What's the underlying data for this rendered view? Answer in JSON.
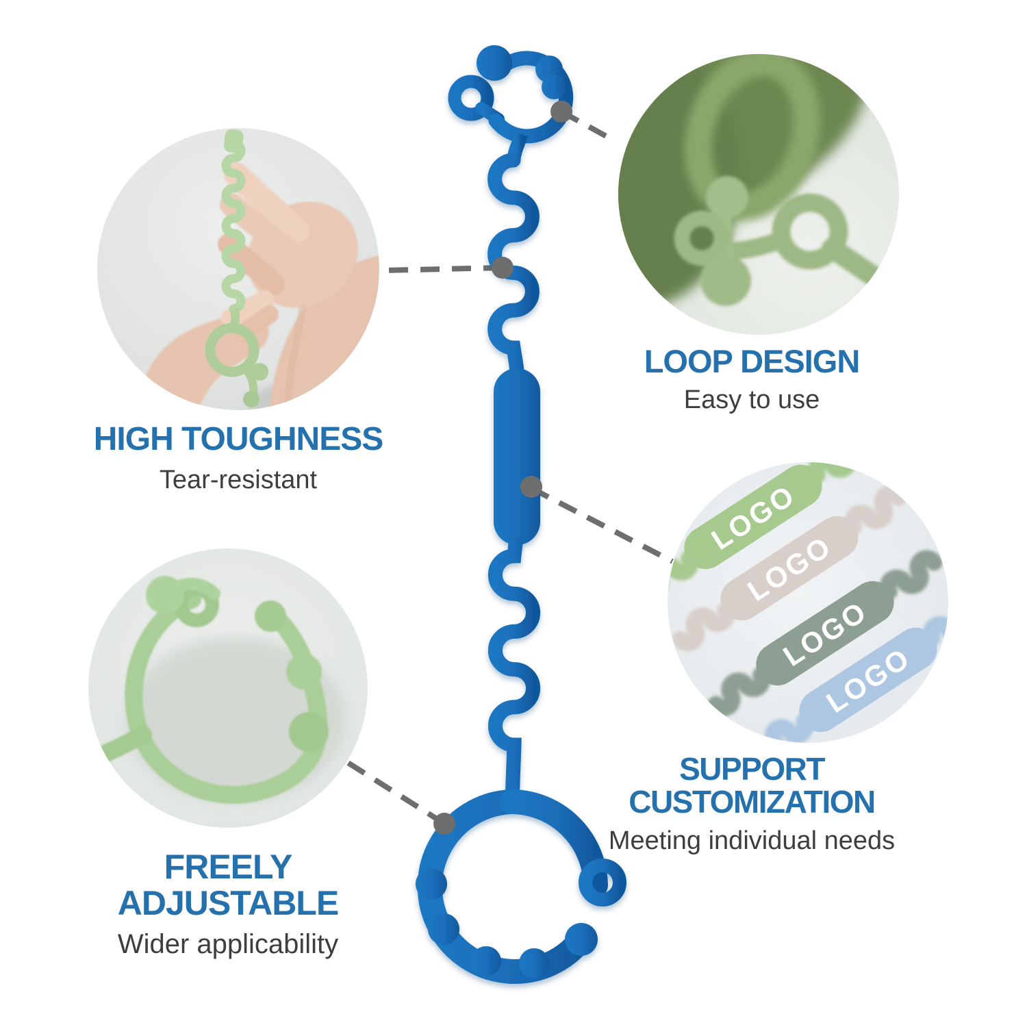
{
  "page": {
    "type": "product-feature-infographic",
    "background": "#ffffff",
    "product_name": "Blue silicone pacifier strap"
  },
  "product": {
    "color_primary": "#1a6db8",
    "color_deep": "#11589d",
    "callout_dot_color": "#6e6e6e",
    "callout_line_color": "#6e6e6e"
  },
  "features": [
    {
      "id": "high-toughness",
      "title": "HIGH TOUGHNESS",
      "subtitle": "Tear-resistant",
      "photo_alt": "hands stretching green silicone strap"
    },
    {
      "id": "loop-design",
      "title": "LOOP DESIGN",
      "subtitle": "Easy to use",
      "photo_alt": "close-up of green strap looped through ring"
    },
    {
      "id": "support-customization",
      "title": "SUPPORT CUSTOMIZATION",
      "subtitle": "Meeting individual needs",
      "photo_alt": "four pastel straps printed with LOGO"
    },
    {
      "id": "freely-adjustable",
      "title": "FREELY ADJUSTABLE",
      "subtitle": "Wider applicability",
      "photo_alt": "green strap tied into adjustable loop"
    }
  ],
  "customization": {
    "straps": [
      {
        "label": "LOGO",
        "color": "#a6ca8e"
      },
      {
        "label": "LOGO",
        "color": "#d8cfca"
      },
      {
        "label": "LOGO",
        "color": "#8d9e93"
      },
      {
        "label": "LOGO",
        "color": "#adc6e2"
      }
    ]
  },
  "text_colors": {
    "title": "#2471ae",
    "subtitle": "#3e3e40"
  }
}
